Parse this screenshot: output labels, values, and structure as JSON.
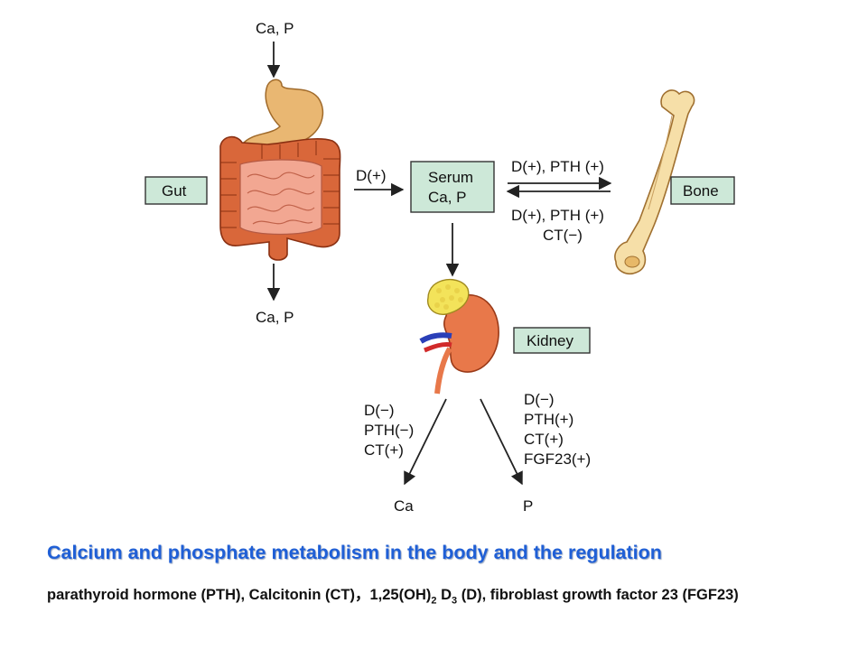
{
  "diagram": {
    "boxes": {
      "gut": "Gut",
      "serum_line1": "Serum",
      "serum_line2": "Ca, P",
      "bone": "Bone",
      "kidney": "Kidney"
    },
    "labels": {
      "gut_input": "Ca, P",
      "gut_output": "Ca, P",
      "gut_to_serum": "D(+)",
      "serum_to_bone": "D(+), PTH (+)",
      "bone_to_serum_line1": "D(+), PTH (+)",
      "bone_to_serum_line2": "CT(−)",
      "kidney_ca_line1": "D(−)",
      "kidney_ca_line2": "PTH(−)",
      "kidney_ca_line3": "CT(+)",
      "kidney_p_line1": "D(−)",
      "kidney_p_line2": "PTH(+)",
      "kidney_p_line3": "CT(+)",
      "kidney_p_line4": "FGF23(+)",
      "out_ca": "Ca",
      "out_p": "P"
    },
    "icons": [
      "stomach-intestine-icon",
      "bone-icon",
      "kidney-parathyroid-icon"
    ],
    "colors": {
      "box_fill": "#cde8d8",
      "intestine": "#d9673a",
      "stomach": "#e9b772",
      "bone": "#f6dfa8",
      "kidney": "#e8784a",
      "adrenal": "#f3e35a",
      "vein": "#2a3fb8",
      "artery": "#d12a2a"
    }
  },
  "caption": {
    "title": "Calcium and phosphate metabolism in the body and the regulation",
    "sub_part1": "parathyroid hormone (PTH), Calcitonin (CT)，1,25(OH)",
    "sub_sub1": "2",
    "sub_part2": " D",
    "sub_sub2": "3",
    "sub_part3": " (D), fibroblast growth factor 23 (FGF23)",
    "title_color": "#1f5fd6"
  }
}
